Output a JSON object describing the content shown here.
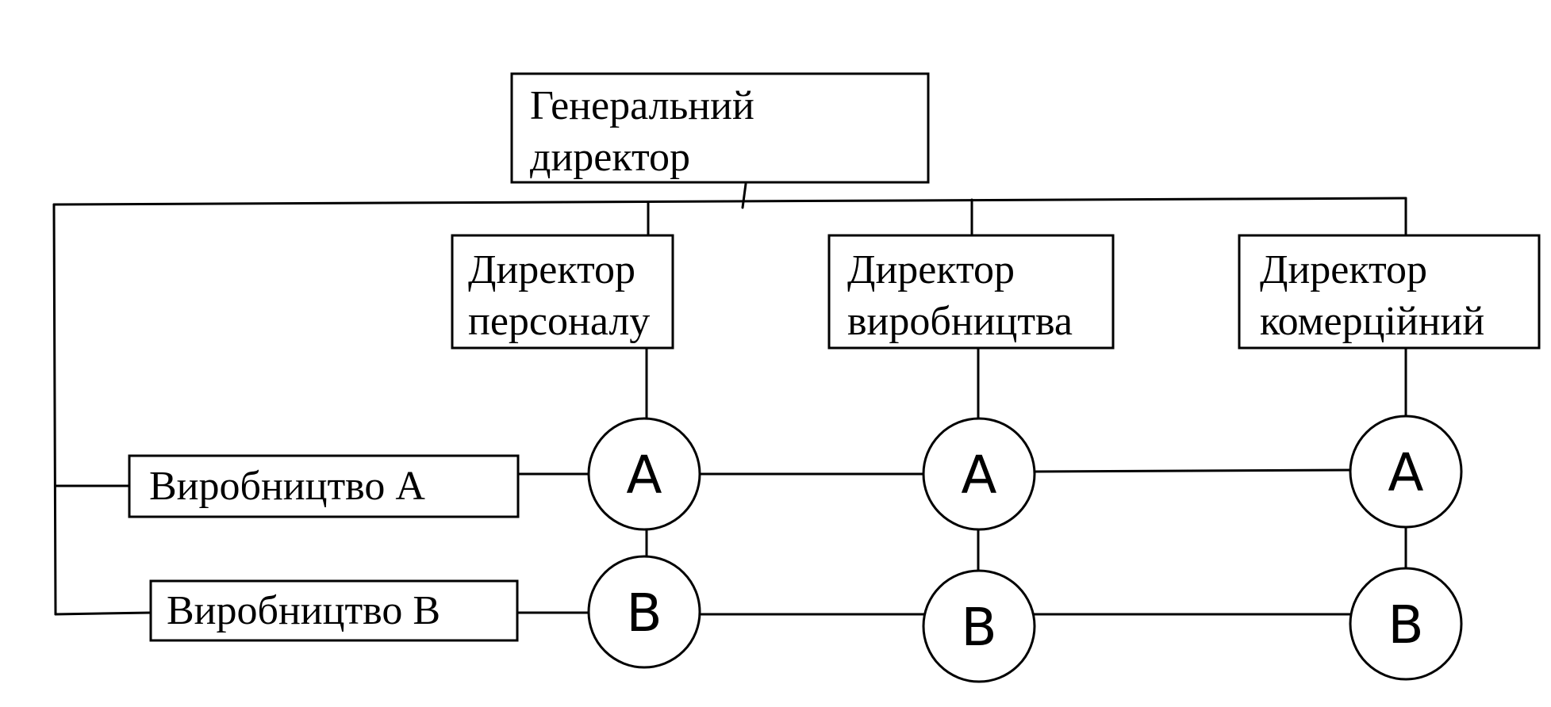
{
  "nodes": {
    "general_director": {
      "line1": "Генеральний",
      "line2": "директор"
    },
    "director_personnel": {
      "line1": "Директор",
      "line2": "персоналу"
    },
    "director_production": {
      "line1": "Директор",
      "line2": "виробництва"
    },
    "director_commercial": {
      "line1": "Директор",
      "line2": "комерційний"
    },
    "production_a": {
      "label": "Виробництво А"
    },
    "production_b": {
      "label": "Виробництво В"
    }
  },
  "circles": {
    "row_a": "A",
    "row_b": "B"
  }
}
